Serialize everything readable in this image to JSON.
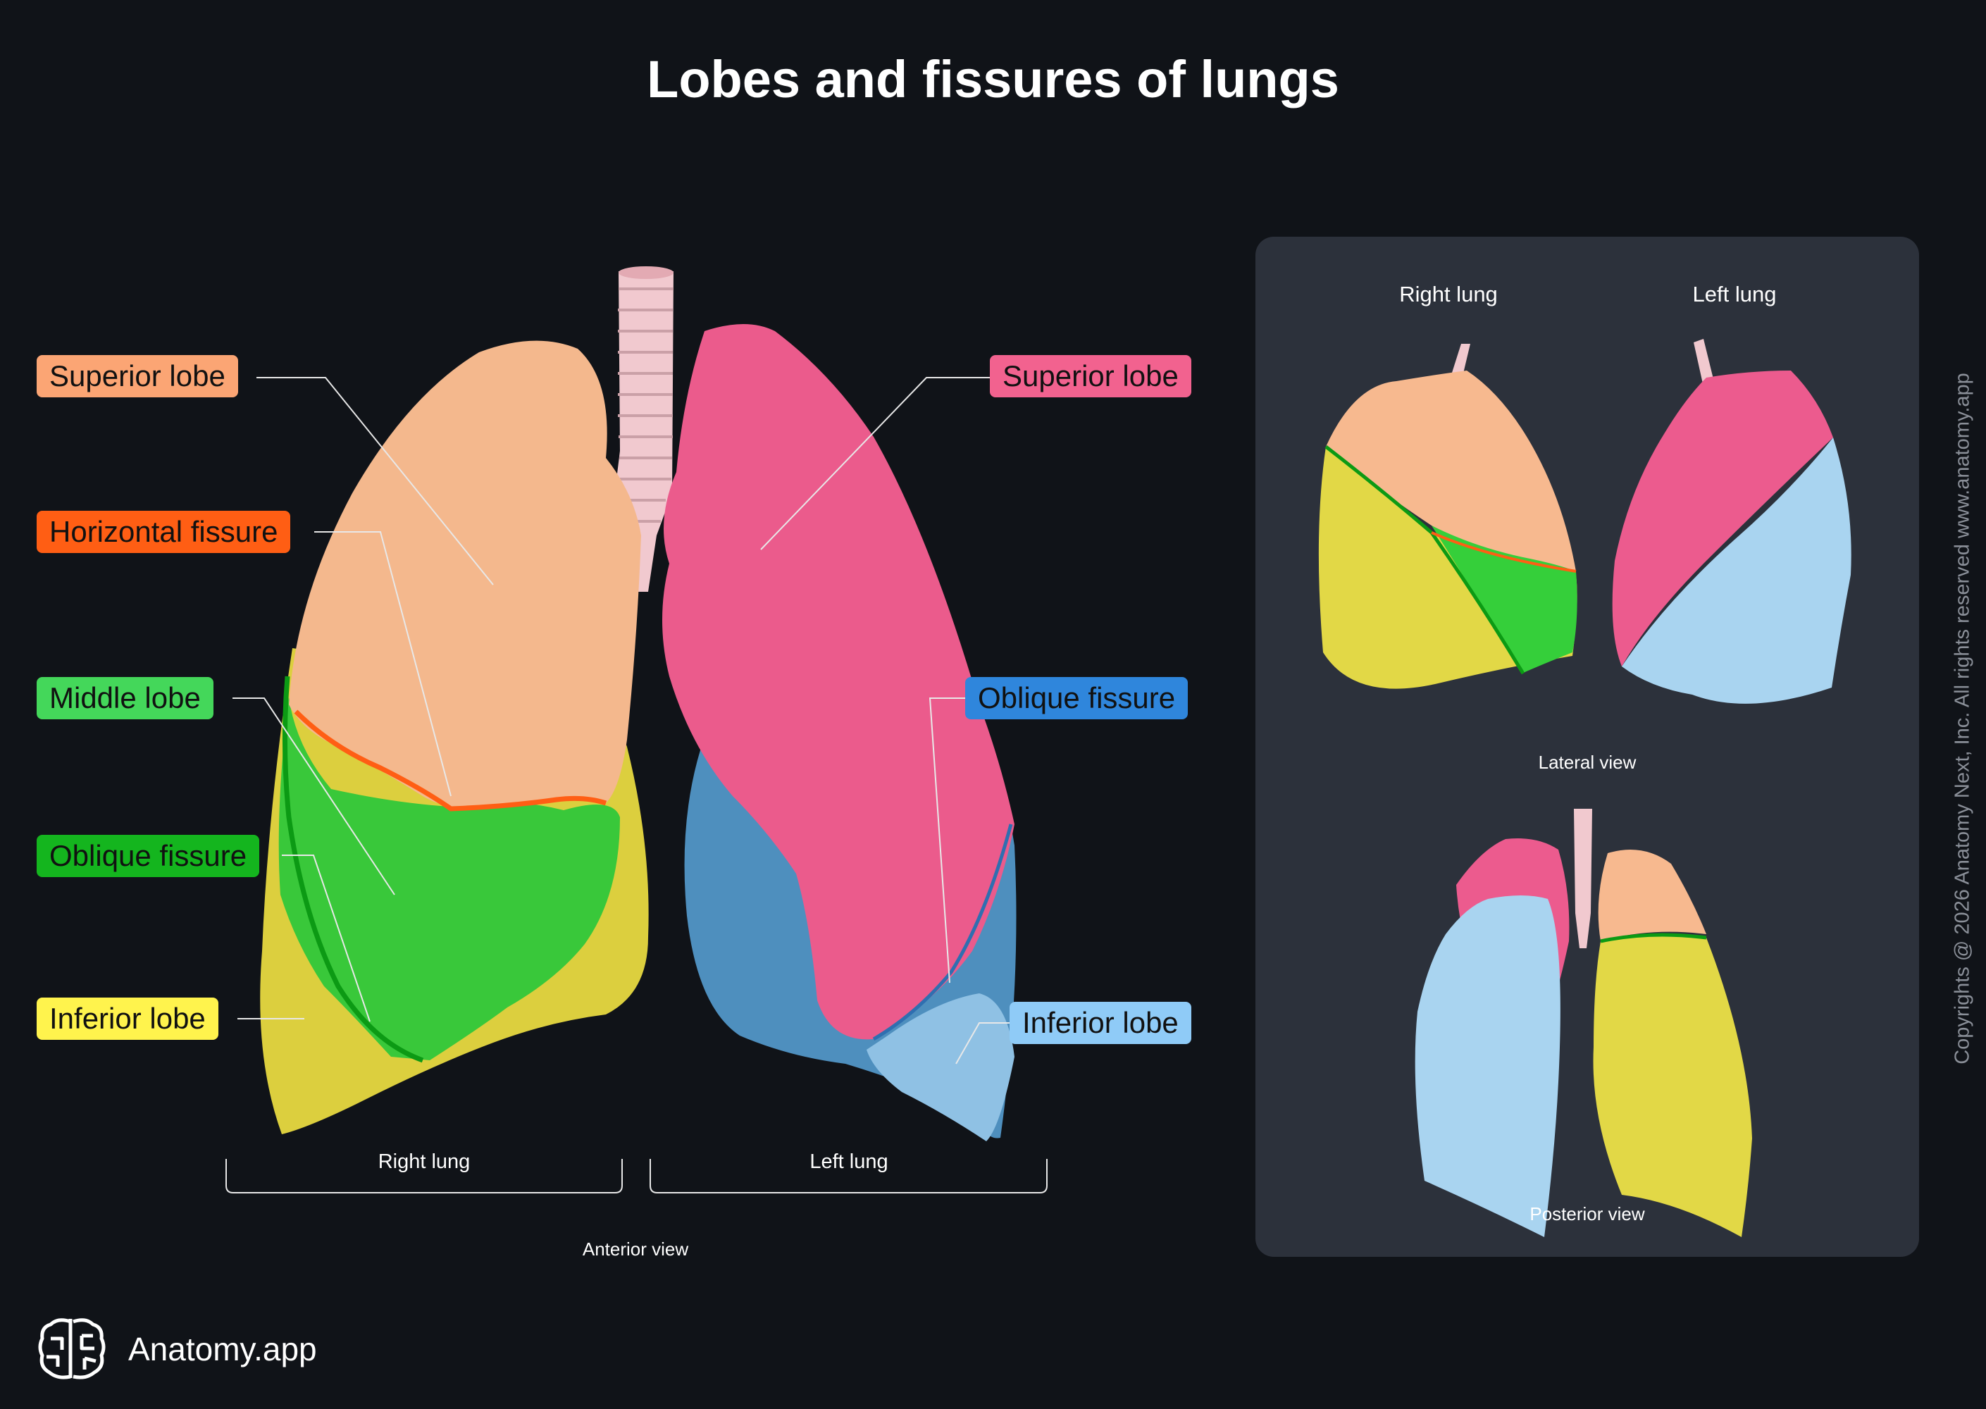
{
  "title": "Lobes and fissures of lungs",
  "main_view": {
    "caption": "Anterior view",
    "right_lung_label": "Right lung",
    "left_lung_label": "Left lung",
    "labels": [
      {
        "key": "r_superior",
        "text": "Superior lobe",
        "color": "#fba574"
      },
      {
        "key": "r_horizontal",
        "text": "Horizontal fissure",
        "color": "#ff5e14"
      },
      {
        "key": "r_middle",
        "text": "Middle lobe",
        "color": "#44d75a"
      },
      {
        "key": "r_oblique",
        "text": "Oblique fissure",
        "color": "#14b51e"
      },
      {
        "key": "r_inferior",
        "text": "Inferior lobe",
        "color": "#fff34d"
      },
      {
        "key": "l_superior",
        "text": "Superior lobe",
        "color": "#f2628f"
      },
      {
        "key": "l_oblique",
        "text": "Oblique fissure",
        "color": "#2f86dc"
      },
      {
        "key": "l_inferior",
        "text": "Inferior lobe",
        "color": "#8fcbf7"
      }
    ]
  },
  "side_panel": {
    "right_lung_heading": "Right lung",
    "left_lung_heading": "Left lung",
    "lateral_caption": "Lateral view",
    "posterior_caption": "Posterior view"
  },
  "copyright": "Copyrights @ 2026 Anatomy Next, Inc. All rights reserved www.anatomy.app",
  "brand": "Anatomy.app",
  "colors": {
    "right_superior": "#f7b98f",
    "right_middle": "#35cf3a",
    "right_inferior": "#e2d846",
    "left_superior": "#ec5b8e",
    "left_inferior": "#4f8fbf",
    "left_inferior_light": "#a9d4f0",
    "trachea": "#f1c9cf"
  },
  "icons": {
    "logo": "brain-logo-icon"
  }
}
